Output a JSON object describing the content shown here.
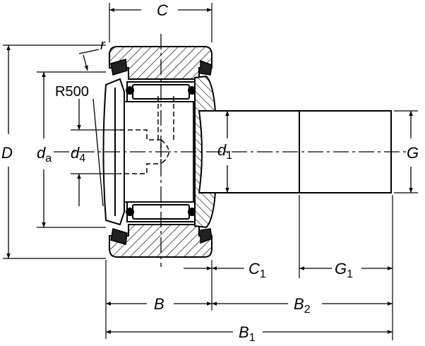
{
  "labels": {
    "C": "C",
    "r": "r",
    "R500": "R500",
    "D": "D",
    "da_main": "d",
    "da_sub": "a",
    "d4_main": "d",
    "d4_sub": "4",
    "d1_main": "d",
    "d1_sub": "1",
    "G": "G",
    "C1_main": "C",
    "C1_sub": "1",
    "G1_main": "G",
    "G1_sub": "1",
    "B": "B",
    "B2_main": "B",
    "B2_sub": "2",
    "B1_main": "B",
    "B1_sub": "1"
  }
}
